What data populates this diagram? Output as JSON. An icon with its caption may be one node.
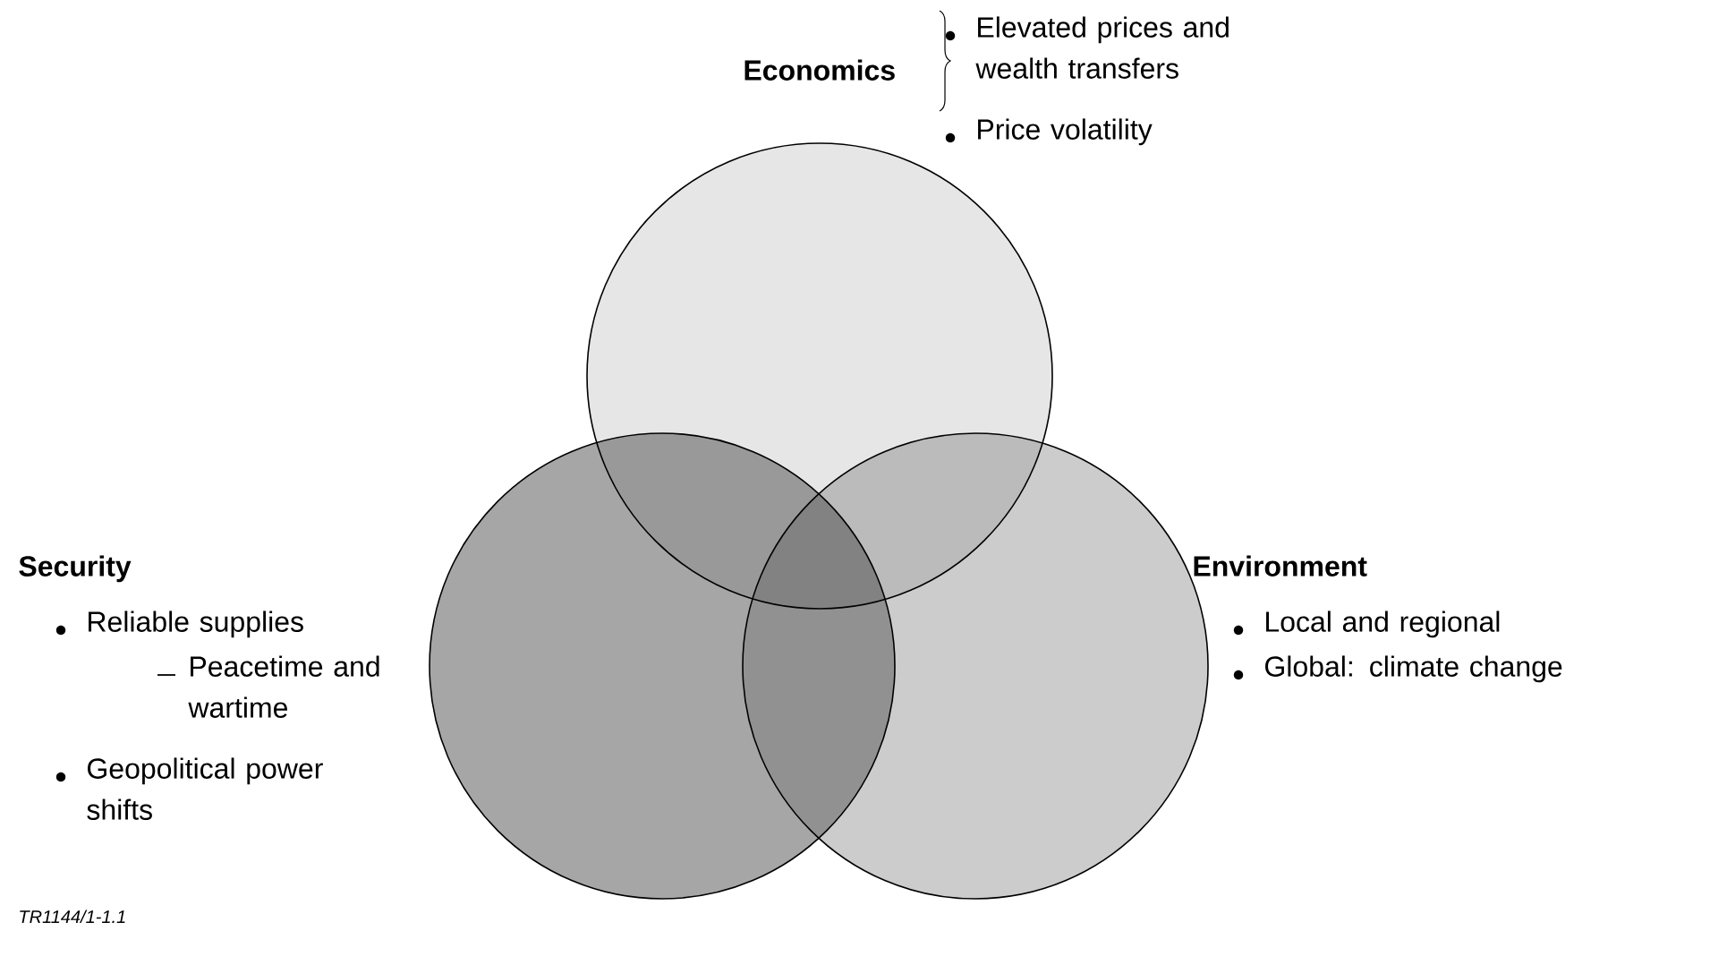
{
  "diagram": {
    "nodes": [
      {
        "text": [],
        "shape": "circle",
        "beside": [
          "Economics",
          "Elevated prices and wealth transfers",
          "Price volatility"
        ]
      },
      {
        "text": [],
        "shape": "circle",
        "beside": [
          "Security",
          "Reliable supplies",
          "Peacetime and wartime",
          "Geopolitical power shifts"
        ]
      },
      {
        "text": [],
        "shape": "circle",
        "beside": [
          "Environment",
          "Local and regional",
          "Global: climate change"
        ]
      }
    ],
    "labels": [
      "TR1144/1-1.1"
    ]
  }
}
